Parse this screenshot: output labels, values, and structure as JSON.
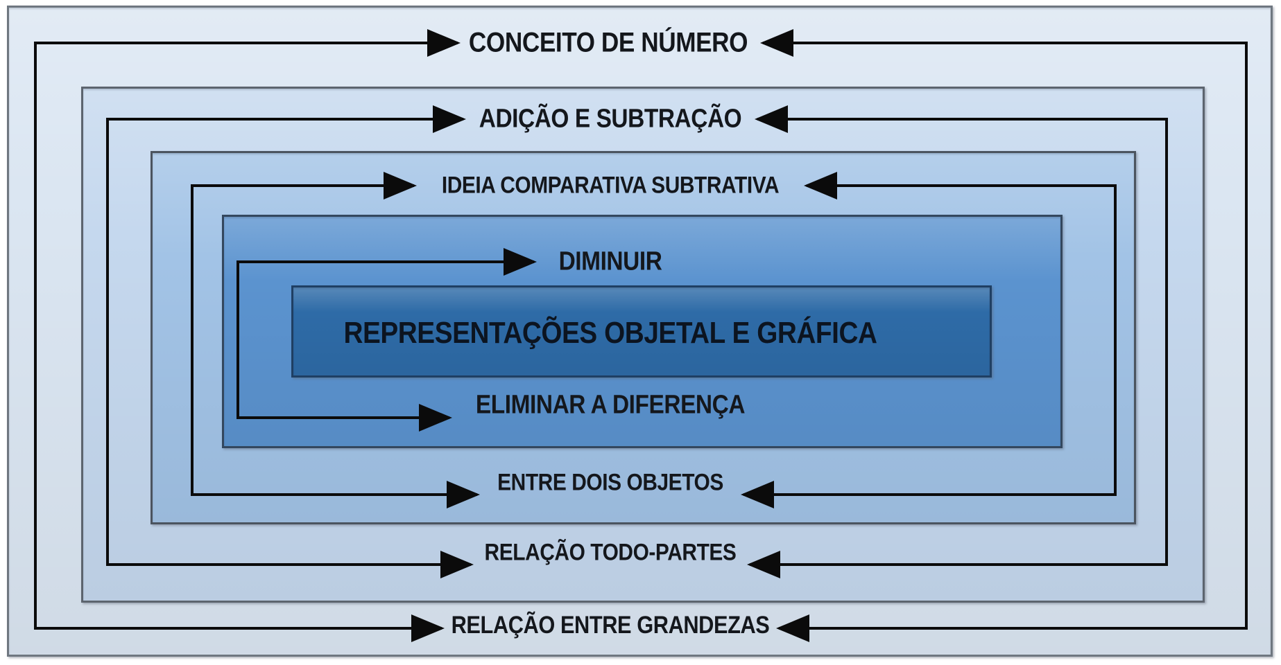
{
  "diagram": {
    "description": "Nested concentric concept hierarchy diagram (subtraction / number concepts)",
    "arrow_color": "#0b0b0b",
    "text_color": "#14171c",
    "levels": [
      {
        "top_label": "CONCEITO DE NÚMERO",
        "bottom_label": "RELAÇÃO ENTRE GRANDEZAS",
        "fill": "#dbe6f2",
        "arrows": "left-and-right"
      },
      {
        "top_label": "ADIÇÃO E SUBTRAÇÃO",
        "bottom_label": "RELAÇÃO TODO-PARTES",
        "fill": "#c5d8ee",
        "arrows": "left-and-right"
      },
      {
        "top_label": "IDEIA COMPARATIVA SUBTRATIVA",
        "bottom_label": "ENTRE DOIS OBJETOS",
        "fill": "#a2c3e6",
        "arrows": "left-and-right"
      },
      {
        "top_label": "DIMINUIR",
        "bottom_label": "ELIMINAR A DIFERENÇA",
        "fill": "#5b93cf",
        "arrows": "left-only"
      },
      {
        "center_label": "REPRESENTAÇÕES OBJETAL E GRÁFICA",
        "fill": "#2e6ba7",
        "arrows": "none"
      }
    ]
  }
}
